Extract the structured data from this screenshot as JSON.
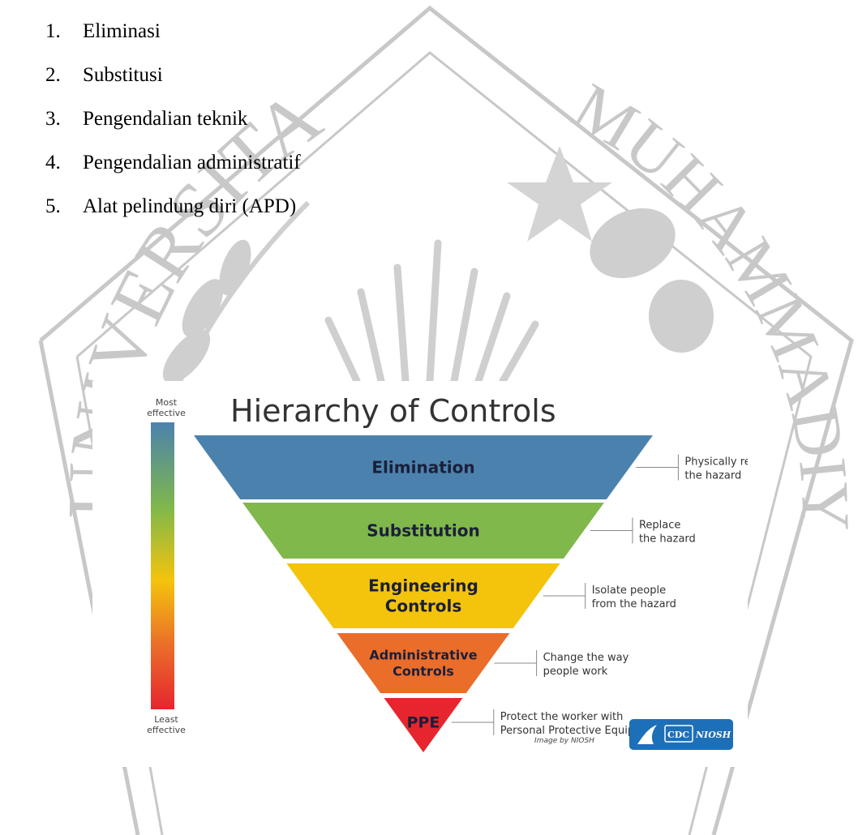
{
  "list": [
    {
      "num": "1.",
      "label": "Eliminasi"
    },
    {
      "num": "2.",
      "label": "Substitusi"
    },
    {
      "num": "3.",
      "label": "Pengendalian teknik"
    },
    {
      "num": "4.",
      "label": "Pengendalian administratif"
    },
    {
      "num": "5.",
      "label": "Alat pelindung diri (APD)"
    }
  ],
  "figure": {
    "title": "Hierarchy of Controls",
    "scale_top": [
      "Most",
      "effective"
    ],
    "scale_bottom": [
      "Least",
      "effective"
    ],
    "tiers": [
      {
        "label_lines": [
          "Elimination"
        ],
        "desc_lines": [
          "Physically remove",
          "the hazard"
        ],
        "color": "#4b82ad"
      },
      {
        "label_lines": [
          "Substitution"
        ],
        "desc_lines": [
          "Replace",
          "the hazard"
        ],
        "color": "#80b84b"
      },
      {
        "label_lines": [
          "Engineering",
          "Controls"
        ],
        "desc_lines": [
          "Isolate people",
          "from the hazard"
        ],
        "color": "#f4c40c"
      },
      {
        "label_lines": [
          "Administrative",
          "Controls"
        ],
        "desc_lines": [
          "Change the way",
          "people work"
        ],
        "color": "#ea6d2a"
      },
      {
        "label_lines": [
          "PPE"
        ],
        "desc_lines": [
          "Protect the worker with",
          "Personal Protective Equipment"
        ],
        "color": "#e6252e"
      }
    ],
    "credit": "Image by NIOSH",
    "badge": {
      "cdc": "CDC",
      "niosh": "NIOSH"
    }
  },
  "watermark": {
    "arc_text_left": "UNIVERSITAS",
    "arc_text_top": "MUHAMMADIYAH",
    "color": "#c8c8c8"
  }
}
